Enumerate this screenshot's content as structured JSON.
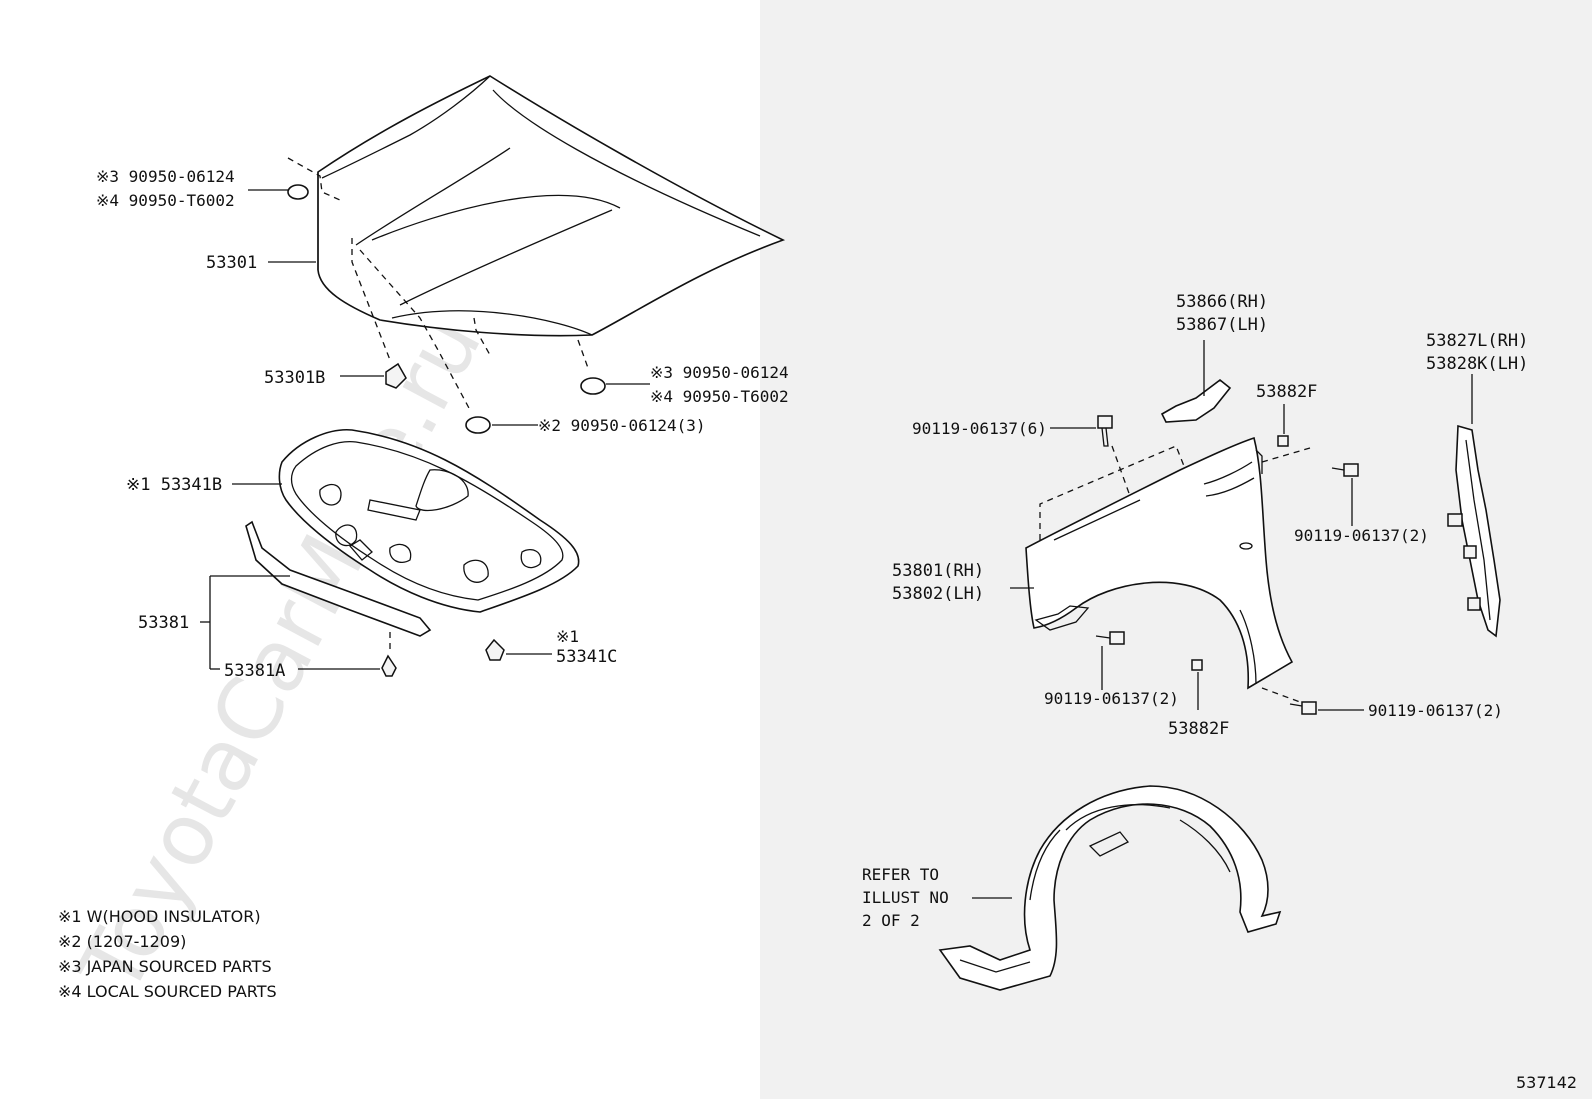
{
  "watermark": "ToyotaCarMine.ru",
  "diagram_id": "537142",
  "hood_group": {
    "hood_label": "53301",
    "bumper_label": "53301B",
    "sticker_top_line1": "※3 90950-06124",
    "sticker_top_line2": "※4 90950-T6002",
    "sticker_right_line1": "※3 90950-06124",
    "sticker_right_line2": "※4 90950-T6002",
    "plug_label": "※2 90950-06124(3)",
    "insulator_label": "※1 53341B",
    "seal_label": "53381",
    "seal_clip_label": "53381A",
    "insulator_clip_mark": "※1",
    "insulator_clip_label": "53341C"
  },
  "fender_group": {
    "protector_rh": "53866(RH)",
    "protector_lh": "53867(LH)",
    "bracket_rh": "53827L(RH)",
    "bracket_lh": "53828K(LH)",
    "nut_top": "53882F",
    "bolt_top_left": "90119-06137(6)",
    "bolt_right": "90119-06137(2)",
    "fender_rh": "53801(RH)",
    "fender_lh": "53802(LH)",
    "bolt_bottom_left": "90119-06137(2)",
    "bolt_bottom_right": "90119-06137(2)",
    "nut_bottom": "53882F",
    "refer_line1": "REFER TO",
    "refer_line2": "ILLUST NO",
    "refer_line3": "2 OF 2"
  },
  "notes": [
    "※1 W(HOOD INSULATOR)",
    "※2 (1207-1209)",
    "※3 JAPAN SOURCED PARTS",
    "※4 LOCAL SOURCED PARTS"
  ]
}
